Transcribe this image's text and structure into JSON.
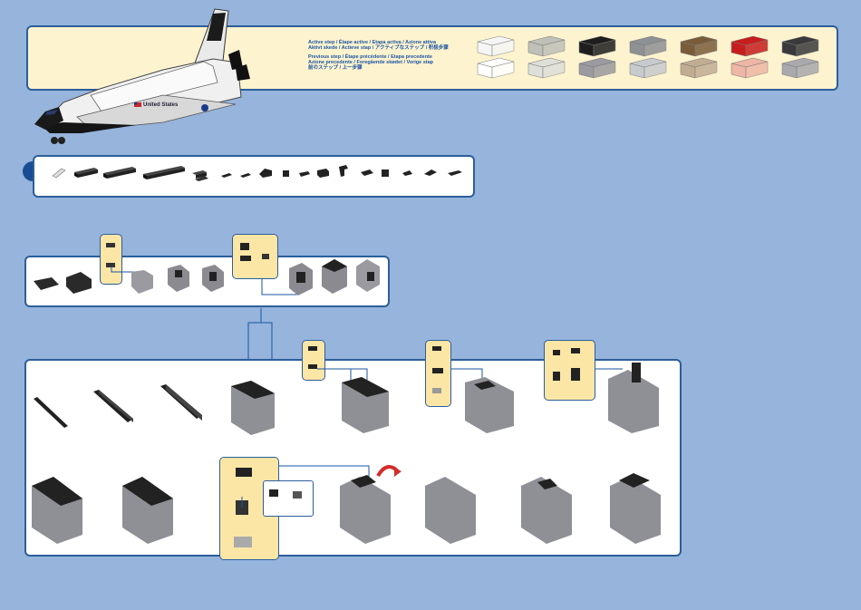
{
  "legend": {
    "active_line1": "Active step / Étape active / Etapa activa / Azione attiva",
    "active_line2": "Aktivt skede / Actieve stap / アクティブなステップ / 积极步骤",
    "previous_line1": "Previous step / Étape précédente / Etapa precedente",
    "previous_line2": "Azione precedente / Foregående skødet / Vorige stap",
    "previous_line3": "前のステップ / 上一步骤"
  },
  "shuttle": {
    "label": "United States"
  },
  "brick_colors": [
    {
      "name": "white",
      "active": "#f6f6f6",
      "previous": "#ffffff"
    },
    {
      "name": "light-gray",
      "active": "#bfc0b8",
      "previous": "#dedfd9"
    },
    {
      "name": "black",
      "active": "#1e1e1e",
      "previous": "#9a9aa0"
    },
    {
      "name": "gray",
      "active": "#8e9194",
      "previous": "#c8cbce"
    },
    {
      "name": "brown",
      "active": "#7a5c3a",
      "previous": "#c2ad92"
    },
    {
      "name": "red",
      "active": "#c81d1d",
      "previous": "#eeb6a4"
    },
    {
      "name": "dark-gray",
      "active": "#3a3a3c",
      "previous": "#a9a9ae"
    }
  ]
}
